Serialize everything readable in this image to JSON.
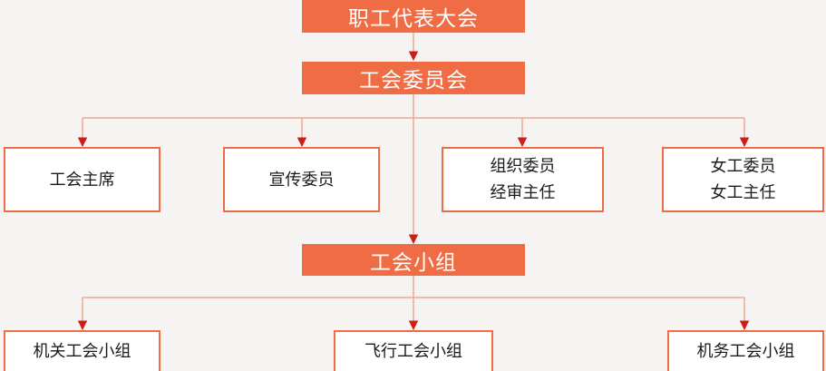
{
  "colors": {
    "accent": "#ef6c44",
    "connector_line": "#f0a78f",
    "arrowhead": "#cc1f1a",
    "box_fill": "#ffffff",
    "background": "#f5f4f2"
  },
  "diagram": {
    "top": {
      "congress": "职工代表大会",
      "committee": "工会委员会"
    },
    "committee_members": [
      {
        "lines": [
          "工会主席"
        ]
      },
      {
        "lines": [
          "宣传委员"
        ]
      },
      {
        "lines": [
          "组织委员",
          "经审主任"
        ]
      },
      {
        "lines": [
          "女工委员",
          "女工主任"
        ]
      }
    ],
    "groups_header": "工会小组",
    "groups": [
      {
        "label": "机关工会小组"
      },
      {
        "label": "飞行工会小组"
      },
      {
        "label": "机务工会小组"
      }
    ]
  }
}
